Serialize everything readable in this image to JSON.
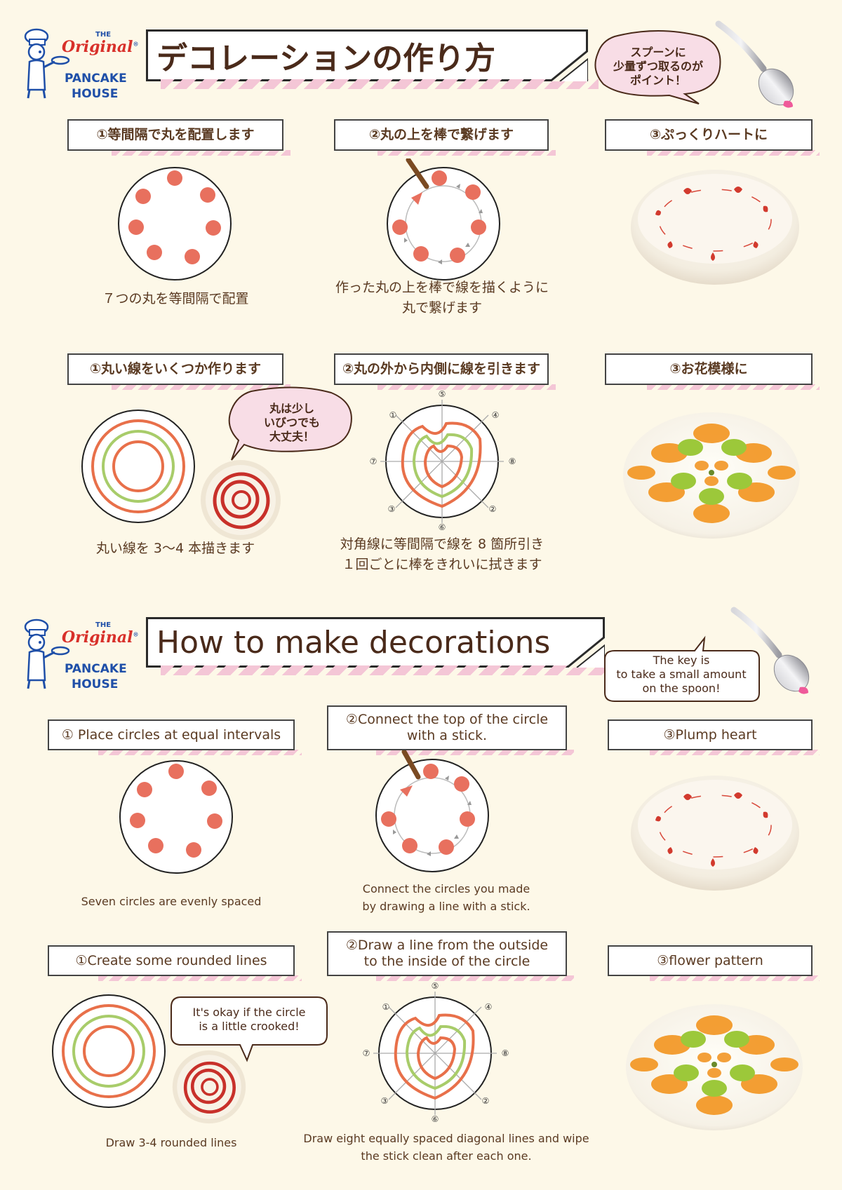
{
  "brand": {
    "the": "THE",
    "original": "Original",
    "pancake": "PANCAKE",
    "house": "HOUSE",
    "registered": "®"
  },
  "jp": {
    "title": "デコレーションの作り方",
    "bubble_spoon": [
      "スプーンに",
      "少量ずつ取るのが",
      "ポイント！"
    ],
    "row1": {
      "step1": {
        "label": "①等間隔で丸を配置します",
        "caption": [
          "７つの丸を等間隔で配置"
        ]
      },
      "step2": {
        "label": "②丸の上を棒で繋げます",
        "caption": [
          "作った丸の上を棒で線を描くように",
          "丸で繋げます"
        ]
      },
      "step3": {
        "label": "③ぷっくりハートに"
      }
    },
    "row2": {
      "step1": {
        "label": "①丸い線をいくつか作ります",
        "caption": [
          "丸い線を 3〜4 本描きます"
        ]
      },
      "bubble": [
        "丸は少し",
        "いびつでも",
        "大丈夫！"
      ],
      "step2": {
        "label": "②丸の外から内側に線を引きます",
        "caption": [
          "対角線に等間隔で線を 8 箇所引き",
          "１回ごとに棒をきれいに拭きます"
        ]
      },
      "step3": {
        "label": "③お花模様に"
      }
    }
  },
  "en": {
    "title": "How to make decorations",
    "bubble_spoon": [
      "The key is",
      "to take a small amount",
      "on the spoon!"
    ],
    "row1": {
      "step1": {
        "label": "① Place circles at equal intervals",
        "caption": [
          "Seven circles are evenly spaced"
        ]
      },
      "step2": {
        "label": [
          "②Connect the top of the circle",
          "with a stick."
        ],
        "caption": [
          "Connect the circles you made",
          "by drawing a line with a stick."
        ]
      },
      "step3": {
        "label": "③Plump heart"
      }
    },
    "row2": {
      "step1": {
        "label": "①Create some rounded lines",
        "caption": [
          "Draw 3-4 rounded lines"
        ]
      },
      "bubble": [
        "It's okay if the circle",
        "is a little crooked!"
      ],
      "step2": {
        "label": [
          "②Draw a line from the outside",
          "to the inside of the circle"
        ],
        "caption": [
          "Draw eight equally spaced diagonal lines and wipe",
          "the stick clean after each one."
        ]
      },
      "step3": {
        "label": "③flower pattern"
      }
    }
  },
  "diagram_numbers": [
    "①",
    "②",
    "③",
    "④",
    "⑤",
    "⑥",
    "⑦",
    "⑧"
  ],
  "colors": {
    "background": "#fdf8e8",
    "dot": "#e8705e",
    "orange_line": "#e8704a",
    "green_line": "#a8cc6a",
    "title_text": "#4a2a1a",
    "caption_text": "#5a3a22",
    "stripe_pink": "#f4c6d6",
    "brand_blue": "#1f4fa8",
    "brand_red": "#d8302a"
  }
}
